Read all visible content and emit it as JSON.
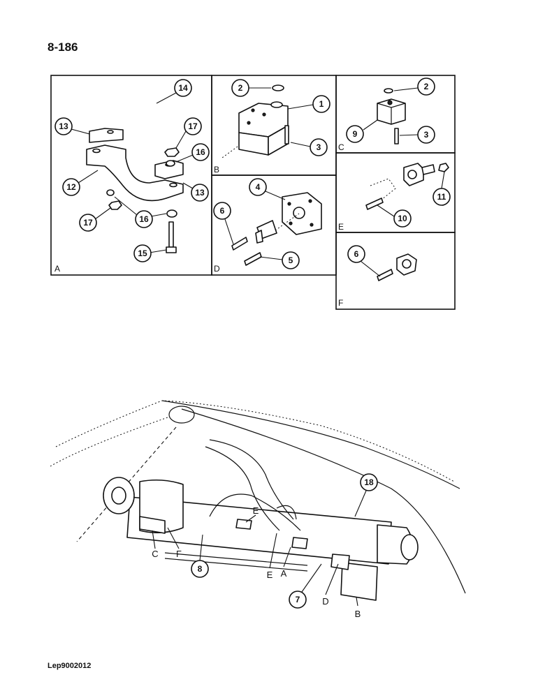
{
  "page_number": "8-186",
  "figure_code": "Lep9002012",
  "panels": [
    {
      "id": "A",
      "label": "A"
    },
    {
      "id": "B",
      "label": "B"
    },
    {
      "id": "C",
      "label": "C"
    },
    {
      "id": "D",
      "label": "D"
    },
    {
      "id": "E",
      "label": "E"
    },
    {
      "id": "F",
      "label": "F"
    }
  ],
  "callouts": {
    "a14": "14",
    "a13a": "13",
    "a17a": "17",
    "a16a": "16",
    "a12": "12",
    "a13b": "13",
    "a17b": "17",
    "a16b": "16",
    "a15": "15",
    "b2": "2",
    "b1": "1",
    "b3": "3",
    "c2": "2",
    "c9": "9",
    "c3": "3",
    "d4": "4",
    "d6": "6",
    "d5": "5",
    "e11": "11",
    "e10": "10",
    "f6": "6",
    "m18": "18",
    "m8": "8",
    "m7": "7"
  },
  "location_letters": {
    "e_top": "E",
    "c": "C",
    "f": "F",
    "e_bottom": "E",
    "a": "A",
    "d": "D",
    "b": "B"
  }
}
